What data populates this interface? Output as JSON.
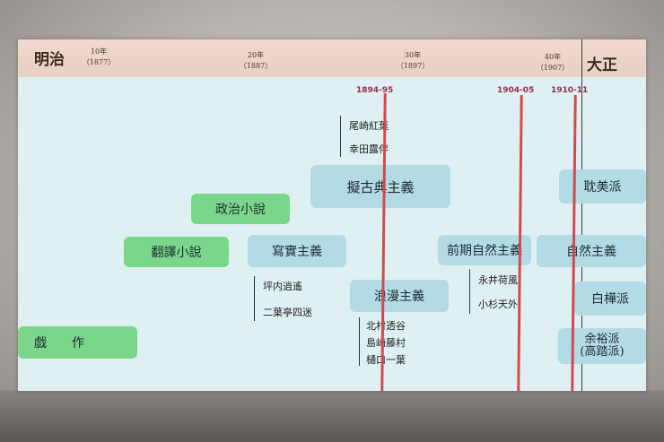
{
  "timeline": {
    "era_start": "明治",
    "era_end": "大正",
    "ticks": [
      {
        "label": "10年",
        "year": "（1877）"
      },
      {
        "label": "20年",
        "year": "（1887）"
      },
      {
        "label": "30年",
        "year": "（1897）"
      },
      {
        "label": "40年",
        "year": "（1907）"
      }
    ]
  },
  "markers": [
    "1894-95",
    "1904-05",
    "1910-11"
  ],
  "colors": {
    "blue_box": "#b3dbe6",
    "green_box": "#79d68a",
    "red_line": "#d24b4b",
    "marker_text": "#9b2a4e"
  },
  "boxes": {
    "gesaku": "戯　　作",
    "honyaku": "翻譯小說",
    "seiji": "政治小說",
    "shajitsu": "寫實主義",
    "giko": "擬古典主義",
    "roman": "浪漫主義",
    "zenki_shizen": "前期自然主義",
    "shizen": "自然主義",
    "tanbi": "耽美派",
    "shirakaba": "白樺派",
    "yoyu": "余裕派\n(高踏派)"
  },
  "authors": {
    "giko": [
      "尾崎紅葉",
      "幸田露伴"
    ],
    "shajitsu": [
      "坪内逍遙",
      "二葉亭四迷"
    ],
    "roman": [
      "北村透谷",
      "島崎藤村",
      "樋口一葉"
    ],
    "zenki_shizen": [
      "永井荷風",
      "小杉天外"
    ]
  }
}
